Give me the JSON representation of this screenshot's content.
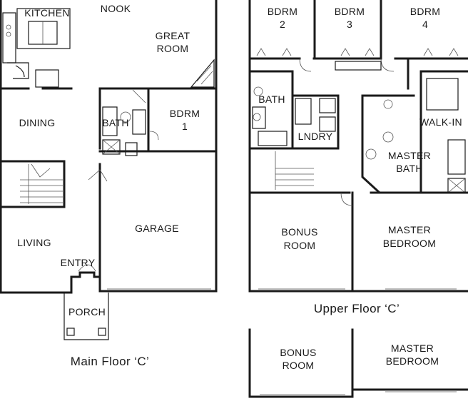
{
  "main_floor": {
    "caption": "Main Floor ‘C’",
    "rooms": {
      "kitchen": "KITCHEN",
      "nook": "NOOK",
      "great_room_1": "GREAT",
      "great_room_2": "ROOM",
      "dining": "DINING",
      "bath": "BATH",
      "bdrm_1_a": "BDRM",
      "bdrm_1_b": "1",
      "living": "LIVING",
      "entry": "ENTRY",
      "garage": "GARAGE",
      "porch": "PORCH"
    }
  },
  "upper_floor": {
    "caption": "Upper Floor ‘C’",
    "rooms": {
      "bdrm_2_a": "BDRM",
      "bdrm_2_b": "2",
      "bdrm_3_a": "BDRM",
      "bdrm_3_b": "3",
      "bdrm_4_a": "BDRM",
      "bdrm_4_b": "4",
      "bath": "BATH",
      "laundry": "LNDRY",
      "walk_in": "WALK-IN",
      "master_bath_a": "MASTER",
      "master_bath_b": "BATH",
      "bonus_a": "BONUS",
      "bonus_b": "ROOM",
      "master_bed_a": "MASTER",
      "master_bed_b": "BEDROOM"
    }
  },
  "alternate_floor": {
    "rooms": {
      "bonus_a": "BONUS",
      "bonus_b": "ROOM",
      "master_bed_a": "MASTER",
      "master_bed_b": "BEDROOM"
    }
  }
}
